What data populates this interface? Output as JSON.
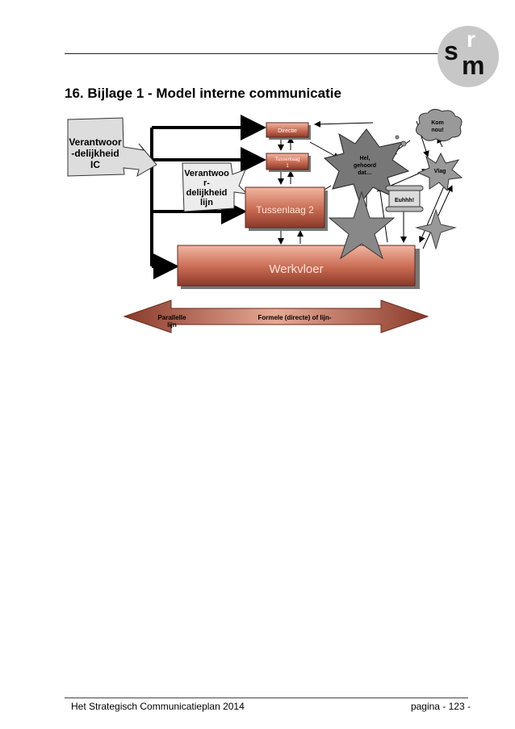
{
  "header": {
    "logo_text_top": "s",
    "logo_text_r": "r",
    "logo_text_bottom": "m"
  },
  "section": {
    "title": "16. Bijlage 1 - Model interne communicatie"
  },
  "diagram": {
    "callout_ic_line1": "Verantwoor",
    "callout_ic_line2": "-delijkheid",
    "callout_ic_line3": "IC",
    "callout_lijn_line1": "Verantwoo",
    "callout_lijn_line2": "r-",
    "callout_lijn_line3": "delijkheid",
    "callout_lijn_line4": "lijn",
    "box_directie": "Directie",
    "box_tussenlaag1_line1": "Tussenlaag",
    "box_tussenlaag1_line2": "1",
    "box_tussenlaag2": "Tussenlaag 2",
    "box_werkvloer": "Werkvloer",
    "burst_line1": "Hel,",
    "burst_line2": "gehoord",
    "burst_line3": "dat…",
    "cloud_line1": "Kom",
    "cloud_line2": "nou!",
    "star_vlag": "Vlag",
    "scroll_label": "Euhhh!",
    "arrow_left_line1": "Parallelle",
    "arrow_left_line2": "lijn",
    "arrow_right_label": "Formele (directe) of lijn-"
  },
  "footer": {
    "left": "Het Strategisch Communicatieplan 2014",
    "right": "pagina - 123 -"
  }
}
